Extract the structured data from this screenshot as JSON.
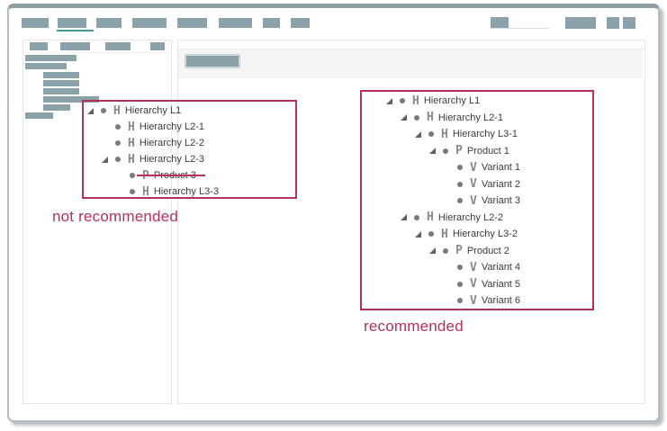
{
  "colors": {
    "annotation_red": "#b5305a",
    "placeholder_gray": "#8ca2ab",
    "active_tab_teal": "#45999b",
    "chrome_teal_gray": "#8c9ea4",
    "tree_text": "#3b3b3b",
    "tree_icon_gray": "#8a8a8a"
  },
  "icons": {
    "hierarchy": "H",
    "product": "P",
    "variant": "V",
    "expanded_glyph": "lower-right-triangle",
    "node_glyph": "bullet-dot"
  },
  "trees": {
    "not_recommended": {
      "label": "not recommended",
      "nodes": [
        {
          "level": 0,
          "expanded": true,
          "icon": "hierarchy",
          "label": "Hierarchy L1"
        },
        {
          "level": 1,
          "expanded": false,
          "icon": "hierarchy",
          "label": "Hierarchy L2-1"
        },
        {
          "level": 1,
          "expanded": false,
          "icon": "hierarchy",
          "label": "Hierarchy L2-2"
        },
        {
          "level": 1,
          "expanded": true,
          "icon": "hierarchy",
          "label": "Hierarchy L2-3"
        },
        {
          "level": 2,
          "expanded": false,
          "icon": "product",
          "label": "Product 3",
          "struck": true
        },
        {
          "level": 2,
          "expanded": false,
          "icon": "hierarchy",
          "label": "Hierarchy L3-3"
        }
      ]
    },
    "recommended": {
      "label": "recommended",
      "nodes": [
        {
          "level": 0,
          "expanded": true,
          "icon": "hierarchy",
          "label": "Hierarchy L1"
        },
        {
          "level": 1,
          "expanded": true,
          "icon": "hierarchy",
          "label": "Hierarchy L2-1"
        },
        {
          "level": 2,
          "expanded": true,
          "icon": "hierarchy",
          "label": "Hierarchy L3-1"
        },
        {
          "level": 3,
          "expanded": true,
          "icon": "product",
          "label": "Product 1"
        },
        {
          "level": 4,
          "expanded": false,
          "icon": "variant",
          "label": "Variant 1"
        },
        {
          "level": 4,
          "expanded": false,
          "icon": "variant",
          "label": "Variant 2"
        },
        {
          "level": 4,
          "expanded": false,
          "icon": "variant",
          "label": "Variant 3"
        },
        {
          "level": 1,
          "expanded": true,
          "icon": "hierarchy",
          "label": "Hierarchy L2-2"
        },
        {
          "level": 2,
          "expanded": true,
          "icon": "hierarchy",
          "label": "Hierarchy L3-2"
        },
        {
          "level": 3,
          "expanded": true,
          "icon": "product",
          "label": "Product 2"
        },
        {
          "level": 4,
          "expanded": false,
          "icon": "variant",
          "label": "Variant 4"
        },
        {
          "level": 4,
          "expanded": false,
          "icon": "variant",
          "label": "Variant 5"
        },
        {
          "level": 4,
          "expanded": false,
          "icon": "variant",
          "label": "Variant 6"
        }
      ]
    }
  }
}
